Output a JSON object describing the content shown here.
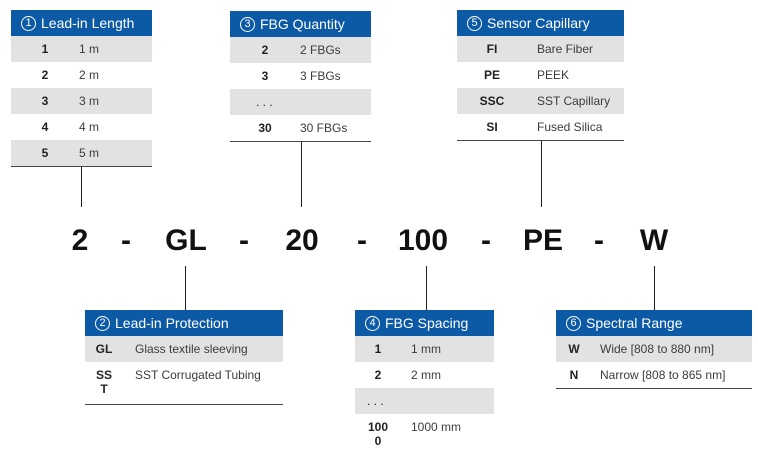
{
  "part_number": [
    "2",
    "-",
    "GL",
    "-",
    "20",
    "-",
    "100",
    "-",
    "PE",
    "-",
    "W"
  ],
  "tables": {
    "lead_in_length": {
      "num": "1",
      "title": "Lead-in Length",
      "rows": [
        {
          "code": "1",
          "desc": "1 m"
        },
        {
          "code": "2",
          "desc": "2 m"
        },
        {
          "code": "3",
          "desc": "3 m"
        },
        {
          "code": "4",
          "desc": "4 m"
        },
        {
          "code": "5",
          "desc": "5 m"
        }
      ]
    },
    "fbg_quantity": {
      "num": "3",
      "title": "FBG Quantity",
      "rows": [
        {
          "code": "2",
          "desc": "2 FBGs"
        },
        {
          "code": "3",
          "desc": "3 FBGs"
        },
        {
          "code": ". . .",
          "desc": ""
        },
        {
          "code": "30",
          "desc": "30 FBGs"
        }
      ]
    },
    "sensor_capillary": {
      "num": "5",
      "title": "Sensor Capillary",
      "rows": [
        {
          "code": "FI",
          "desc": "Bare Fiber"
        },
        {
          "code": "PE",
          "desc": "PEEK"
        },
        {
          "code": "SSC",
          "desc": "SST Capillary"
        },
        {
          "code": "SI",
          "desc": "Fused Silica"
        }
      ]
    },
    "lead_in_protection": {
      "num": "2",
      "title": "Lead-in Protection",
      "rows": [
        {
          "code": "GL",
          "desc": "Glass textile sleeving"
        },
        {
          "code": "SS\nT",
          "desc": "SST Corrugated Tubing"
        }
      ]
    },
    "fbg_spacing": {
      "num": "4",
      "title": "FBG Spacing",
      "rows": [
        {
          "code": "1",
          "desc": "1 mm"
        },
        {
          "code": "2",
          "desc": "2 mm"
        },
        {
          "code": ". . .",
          "desc": ""
        },
        {
          "code": "100\n0",
          "desc": "1000 mm"
        }
      ]
    },
    "spectral_range": {
      "num": "6",
      "title": "Spectral Range",
      "rows": [
        {
          "code": "W",
          "desc": "Wide [808 to 880 nm]"
        },
        {
          "code": "N",
          "desc": "Narrow [808 to 865 nm]"
        }
      ]
    }
  }
}
